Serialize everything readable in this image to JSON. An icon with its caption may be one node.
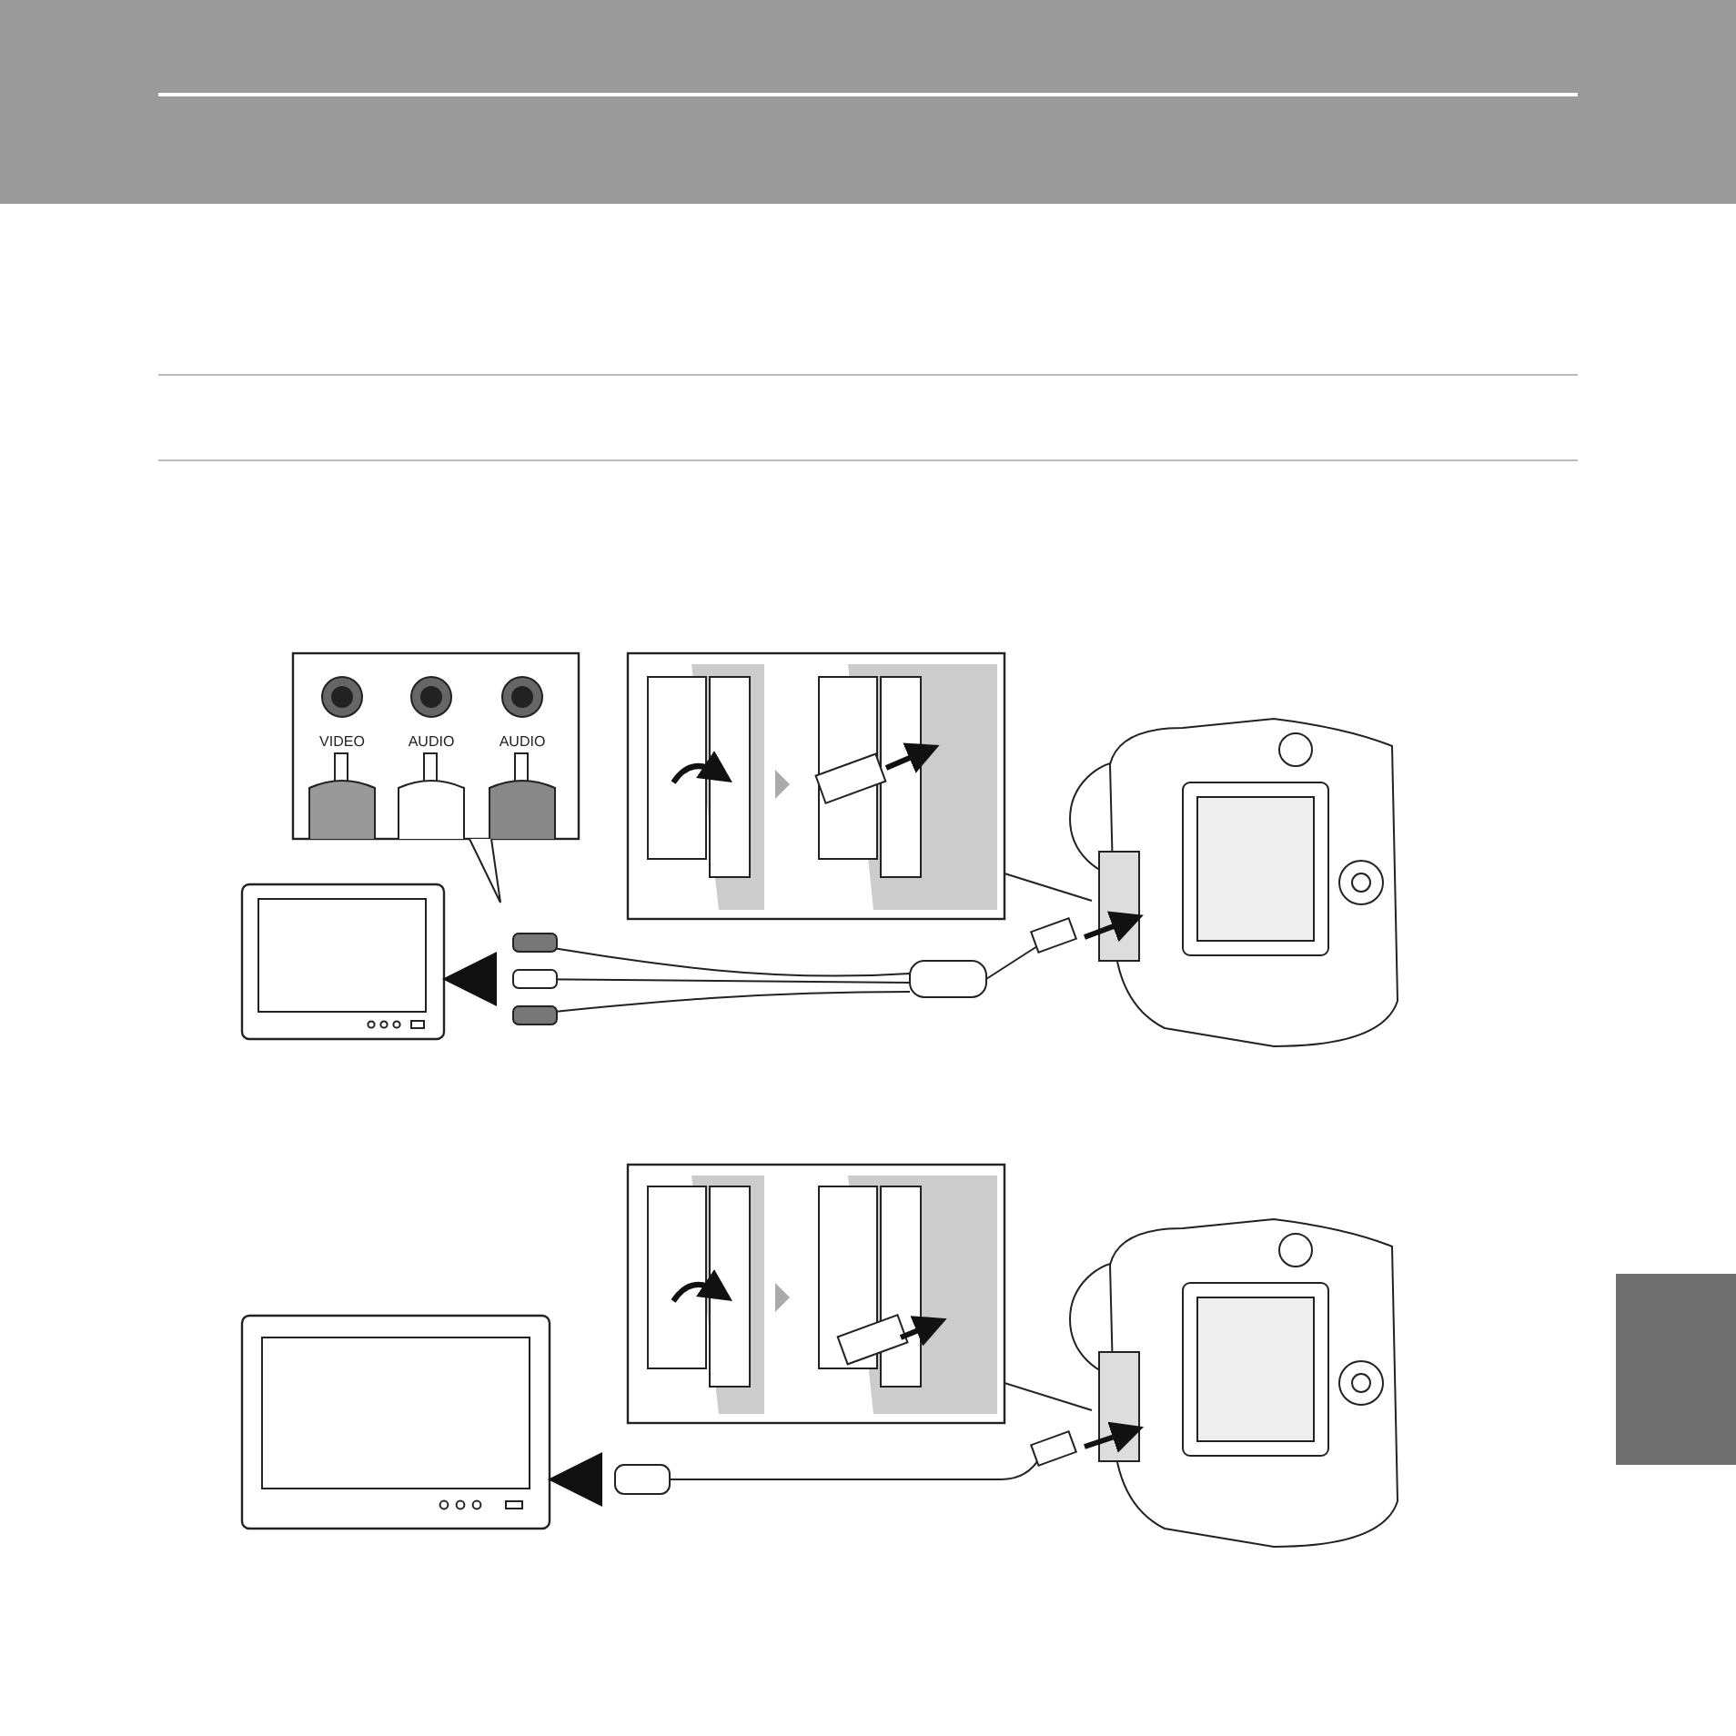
{
  "diagram": {
    "labels": [
      "VIDEO",
      "AUDIO",
      "AUDIO"
    ]
  }
}
